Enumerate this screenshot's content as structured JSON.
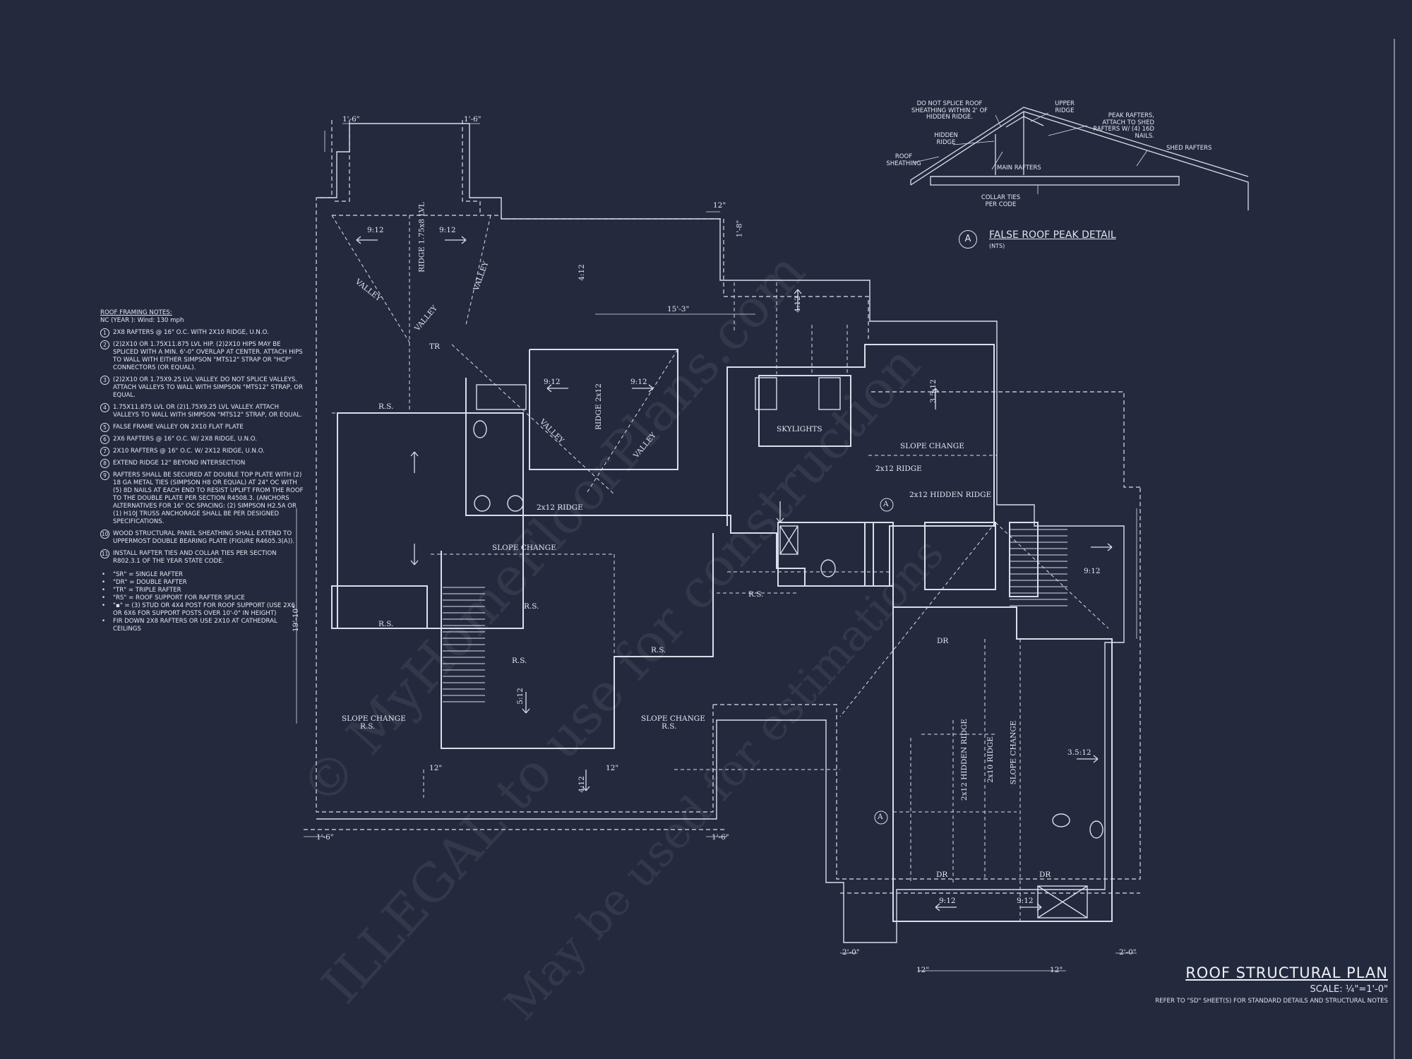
{
  "notes": {
    "heading": "ROOF FRAMING NOTES:",
    "subheading": "NC (YEAR ): Wind: 130 mph",
    "items": [
      {
        "n": "1",
        "text": "2x8 RAFTERS @ 16\" O.C. WITH 2X10 RIDGE, U.N.O."
      },
      {
        "n": "2",
        "text": "(2)2x10 OR 1.75x11.875 LVL HIP. (2)2x10 HIPS MAY BE SPLICED WITH A MIN. 6'-0\" OVERLAP AT CENTER. ATTACH HIPS TO WALL WITH EITHER SIMPSON \"MTS12\" STRAP OR \"HCP\" CONNECTORS (OR EQUAL)."
      },
      {
        "n": "3",
        "text": "(2)2x10 OR 1.75x9.25 LVL VALLEY. DO NOT SPLICE VALLEYS. ATTACH VALLEYS TO WALL WITH SIMPSON \"MTS12\" STRAP, OR EQUAL."
      },
      {
        "n": "4",
        "text": "1.75x11.875 LVL OR (2)1.75x9.25 LVL VALLEY. ATTACH VALLEYS TO WALL WITH SIMPSON \"MTS12\" STRAP, OR EQUAL."
      },
      {
        "n": "5",
        "text": "FALSE FRAME VALLEY ON 2x10 FLAT PLATE"
      },
      {
        "n": "6",
        "text": "2x6 RAFTERS @ 16\" O.C. W/ 2x8 RIDGE, U.N.O."
      },
      {
        "n": "7",
        "text": "2x10 RAFTERS @ 16\" O.C. W/ 2x12 RIDGE, U.N.O."
      },
      {
        "n": "8",
        "text": "EXTEND RIDGE 12\" BEYOND INTERSECTION"
      },
      {
        "n": "9",
        "text": "RAFTERS SHALL BE SECURED AT DOUBLE TOP PLATE WITH (2) 18 GA METAL TIES (SIMPSON H8 OR EQUAL) AT 24\" OC WITH (5) 8d NAILS AT EACH END TO RESIST UPLIFT FROM THE ROOF TO THE DOUBLE PLATE PER SECTION R4508.3. (ANCHORS ALTERNATIVES FOR 16\" OC SPACING: (2) SIMPSON H2.5A OR (1) H10J TRUSS ANCHORAGE SHALL BE PER DESIGNED SPECIFICATIONS."
      },
      {
        "n": "10",
        "text": "WOOD STRUCTURAL PANEL SHEATHING SHALL EXTEND TO UPPERMOST DOUBLE BEARING PLATE (FIGURE R4605.3(A))."
      },
      {
        "n": "11",
        "text": "INSTALL RAFTER TIES AND COLLAR TIES PER SECTION R802.3.1 OF THE YEAR STATE CODE."
      }
    ],
    "legend": [
      "\"SR\" = SINGLE RAFTER",
      "\"DR\" = DOUBLE RAFTER",
      "\"TR\" = TRIPLE RAFTER",
      "\"RS\" = ROOF SUPPORT FOR RAFTER SPLICE",
      "\"▪\" = (3) STUD OR 4x4 POST FOR ROOF SUPPORT (USE 2X6 OR 6X6 FOR SUPPORT POSTS OVER 10'-0\" IN HEIGHT)",
      "FIR DOWN 2x8 RAFTERS OR USE 2x10 AT CATHEDRAL CEILINGS"
    ]
  },
  "detail": {
    "marker": "A",
    "title": "FALSE ROOF PEAK DETAIL",
    "scale": "(NTS)",
    "labels": {
      "no_splice": "DO NOT SPLICE ROOF SHEATHING WITHIN 2' OF HIDDEN RIDGE.",
      "upper_ridge": "UPPER RIDGE",
      "peak_rafters": "PEAK RAFTERS, ATTACH TO SHED RAFTERS W/ (4) 16d NAILS.",
      "hidden_ridge": "HIDDEN RIDGE",
      "shed_rafters": "SHED RAFTERS",
      "roof_sheathing": "ROOF SHEATHING",
      "main_rafters": "MAIN RAFTERS",
      "collar_ties": "COLLAR TIES PER CODE"
    }
  },
  "title_block": {
    "title": "ROOF STRUCTURAL PLAN",
    "scale": "SCALE: ¼\"=1'-0\"",
    "reference": "REFER TO \"SD\" SHEET(S) FOR STANDARD DETAILS AND STRUCTURAL NOTES"
  },
  "watermark": {
    "line1": "© MyHomeFloorPlans.com",
    "line2": "ILLEGAL to use for construction",
    "line3": "May be used for estimations"
  },
  "plan_labels": {
    "ridge_lvl": "RIDGE 1.75x8 LVL",
    "valley": "VALLEY",
    "ridge_2x12": "RIDGE 2x12",
    "slope_change": "SLOPE CHANGE",
    "skylights": "SKYLIGHTS",
    "ridge_2x12_b": "2x12 RIDGE",
    "hidden_ridge": "2x12 HIDDEN RIDGE",
    "hidden_ridge_v": "2x12 HIDDEN RIDGE",
    "ridge_2x10": "2x10 RIDGE",
    "rs": "R.S.",
    "dr": "DR",
    "tr": "TR",
    "pitch_912": "9:12",
    "pitch_412": "4:12",
    "pitch_3512": "3.5:12",
    "pitch_512": "5:12",
    "dim_15_3": "15'-3\"",
    "dim_1_6": "1'-6\"",
    "dim_12": "12\"",
    "dim_19_10": "19'-10\"",
    "dim_2_0": "2'-0\"",
    "dim_1_8": "1'-8\"",
    "marker_a": "A"
  }
}
